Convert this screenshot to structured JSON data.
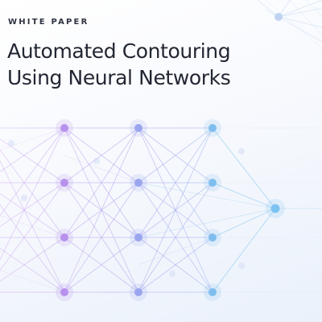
{
  "cover": {
    "eyebrow": "WHITE PAPER",
    "title_line_1": "Automated Contouring",
    "title_line_2": "Using Neural Networks"
  },
  "colors": {
    "text_dark": "#222733",
    "accent_purple": "#b58be6",
    "accent_blue": "#6aaee6",
    "accent_cyan": "#8fd8f0"
  },
  "icons": {
    "network": "neural-network-graphic",
    "corner": "corner-network-graphic"
  }
}
